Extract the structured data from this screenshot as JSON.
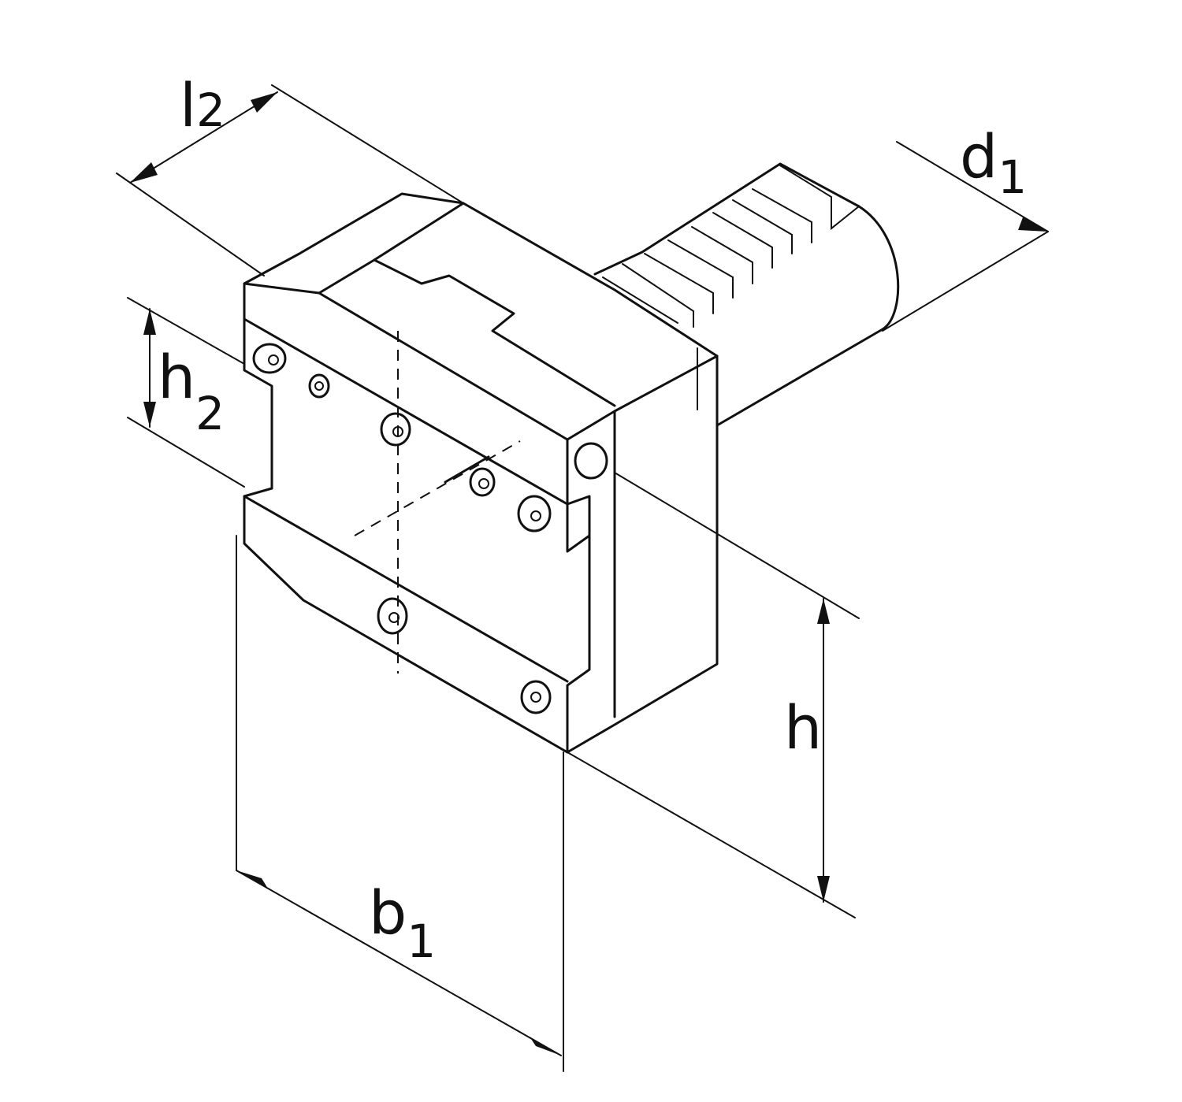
{
  "labels": {
    "l2": {
      "main": "l",
      "sub": "2"
    },
    "d1": {
      "main": "d",
      "sub": "1"
    },
    "h2": {
      "main": "h",
      "sub": "2"
    },
    "h": {
      "main": "h"
    },
    "b1": {
      "main": "b",
      "sub": "1"
    }
  },
  "colors": {
    "ink": "#111111",
    "paper": "#ffffff"
  }
}
